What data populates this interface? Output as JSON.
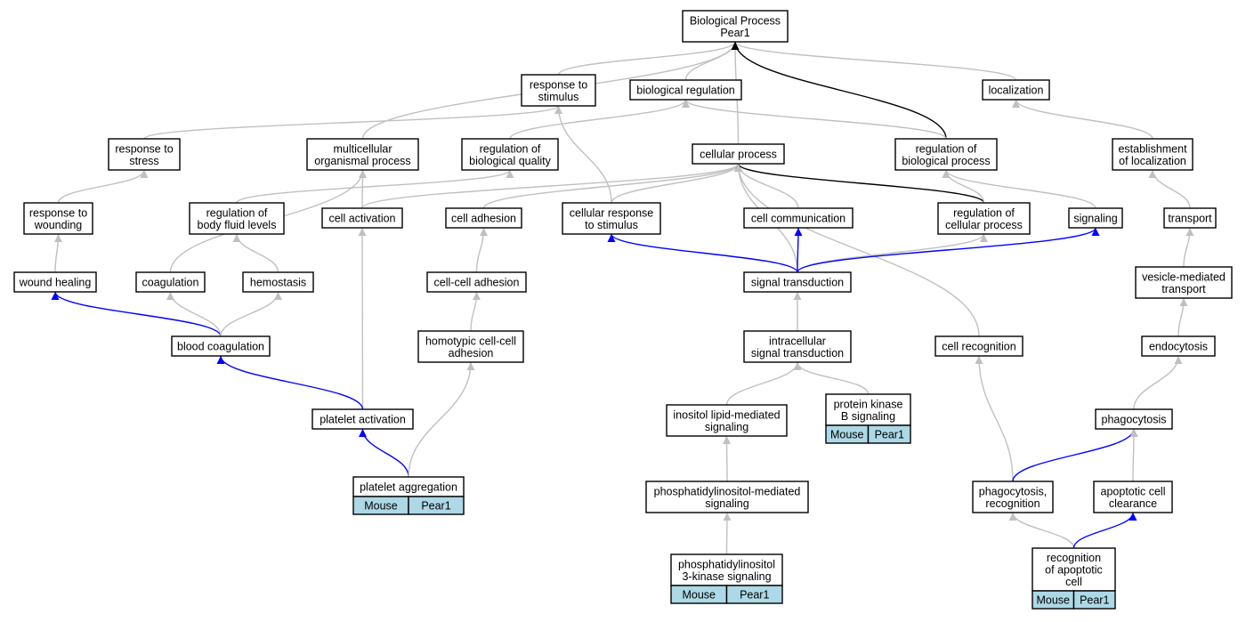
{
  "colors": {
    "edge_default": "#c0c0c0",
    "edge_highlight": "#0000ff",
    "edge_strong": "#000000",
    "annotation_fill": "#add8e6",
    "node_fill": "#ffffff",
    "node_stroke": "#000000"
  },
  "nodes": [
    {
      "id": "bp",
      "lines": [
        "Biological Process",
        "Pear1"
      ]
    },
    {
      "id": "rts",
      "lines": [
        "response to",
        "stimulus"
      ]
    },
    {
      "id": "breg",
      "lines": [
        "biological regulation"
      ]
    },
    {
      "id": "loc",
      "lines": [
        "localization"
      ]
    },
    {
      "id": "rtstress",
      "lines": [
        "response to",
        "stress"
      ]
    },
    {
      "id": "mop",
      "lines": [
        "multicellular",
        "organismal process"
      ]
    },
    {
      "id": "rbq",
      "lines": [
        "regulation of",
        "biological quality"
      ]
    },
    {
      "id": "cp",
      "lines": [
        "cellular process"
      ]
    },
    {
      "id": "rbp",
      "lines": [
        "regulation of",
        "biological process"
      ]
    },
    {
      "id": "eol",
      "lines": [
        "establishment",
        "of localization"
      ]
    },
    {
      "id": "rtw",
      "lines": [
        "response to",
        "wounding"
      ]
    },
    {
      "id": "rbfl",
      "lines": [
        "regulation of",
        "body fluid levels"
      ]
    },
    {
      "id": "ca",
      "lines": [
        "cell activation"
      ]
    },
    {
      "id": "cadh",
      "lines": [
        "cell adhesion"
      ]
    },
    {
      "id": "crs",
      "lines": [
        "cellular response",
        "to stimulus"
      ]
    },
    {
      "id": "cc",
      "lines": [
        "cell communication"
      ]
    },
    {
      "id": "rcp",
      "lines": [
        "regulation of",
        "cellular process"
      ]
    },
    {
      "id": "sig",
      "lines": [
        "signaling"
      ]
    },
    {
      "id": "tr",
      "lines": [
        "transport"
      ]
    },
    {
      "id": "wh",
      "lines": [
        "wound healing"
      ]
    },
    {
      "id": "coag",
      "lines": [
        "coagulation"
      ]
    },
    {
      "id": "hemo",
      "lines": [
        "hemostasis"
      ]
    },
    {
      "id": "cca",
      "lines": [
        "cell-cell adhesion"
      ]
    },
    {
      "id": "st",
      "lines": [
        "signal transduction"
      ]
    },
    {
      "id": "vmt",
      "lines": [
        "vesicle-mediated",
        "transport"
      ]
    },
    {
      "id": "bc",
      "lines": [
        "blood coagulation"
      ]
    },
    {
      "id": "hcca",
      "lines": [
        "homotypic cell-cell",
        "adhesion"
      ]
    },
    {
      "id": "ist",
      "lines": [
        "intracellular",
        "signal transduction"
      ]
    },
    {
      "id": "crec",
      "lines": [
        "cell recognition"
      ]
    },
    {
      "id": "endo",
      "lines": [
        "endocytosis"
      ]
    },
    {
      "id": "pa",
      "lines": [
        "platelet activation"
      ]
    },
    {
      "id": "pkb",
      "lines": [
        "protein kinase",
        "B signaling"
      ],
      "annotation": [
        "Mouse",
        "Pear1"
      ]
    },
    {
      "id": "ilms",
      "lines": [
        "inositol lipid-mediated",
        "signaling"
      ]
    },
    {
      "id": "phago",
      "lines": [
        "phagocytosis"
      ]
    },
    {
      "id": "pagg",
      "lines": [
        "platelet aggregation"
      ],
      "annotation": [
        "Mouse",
        "Pear1"
      ]
    },
    {
      "id": "pims",
      "lines": [
        "phosphatidylinositol-mediated",
        "signaling"
      ]
    },
    {
      "id": "precog",
      "lines": [
        "phagocytosis,",
        "recognition"
      ]
    },
    {
      "id": "acc",
      "lines": [
        "apoptotic cell",
        "clearance"
      ]
    },
    {
      "id": "pi3k",
      "lines": [
        "phosphatidylinositol",
        "3-kinase signaling"
      ],
      "annotation": [
        "Mouse",
        "Pear1"
      ]
    },
    {
      "id": "roac",
      "lines": [
        "recognition",
        "of apoptotic",
        "cell"
      ],
      "annotation": [
        "Mouse",
        "Pear1"
      ]
    }
  ],
  "edges": [
    {
      "from": "rts",
      "to": "bp",
      "kind": "default"
    },
    {
      "from": "breg",
      "to": "bp",
      "kind": "default"
    },
    {
      "from": "loc",
      "to": "bp",
      "kind": "default"
    },
    {
      "from": "mop",
      "to": "bp",
      "kind": "default"
    },
    {
      "from": "cp",
      "to": "bp",
      "kind": "default"
    },
    {
      "from": "rbp",
      "to": "bp",
      "kind": "strong"
    },
    {
      "from": "rtstress",
      "to": "rts",
      "kind": "default"
    },
    {
      "from": "crs",
      "to": "rts",
      "kind": "default"
    },
    {
      "from": "rbq",
      "to": "breg",
      "kind": "default"
    },
    {
      "from": "rbp",
      "to": "breg",
      "kind": "default"
    },
    {
      "from": "eol",
      "to": "loc",
      "kind": "default"
    },
    {
      "from": "rtw",
      "to": "rtstress",
      "kind": "default"
    },
    {
      "from": "coag",
      "to": "mop",
      "kind": "default"
    },
    {
      "from": "ca",
      "to": "mop",
      "kind": "default"
    },
    {
      "from": "rbfl",
      "to": "rbq",
      "kind": "default"
    },
    {
      "from": "ca",
      "to": "cp",
      "kind": "default"
    },
    {
      "from": "cadh",
      "to": "cp",
      "kind": "default"
    },
    {
      "from": "crs",
      "to": "cp",
      "kind": "default"
    },
    {
      "from": "cc",
      "to": "cp",
      "kind": "default"
    },
    {
      "from": "st",
      "to": "cp",
      "kind": "default"
    },
    {
      "from": "rcp",
      "to": "cp",
      "kind": "strong"
    },
    {
      "from": "crec",
      "to": "cp",
      "kind": "default"
    },
    {
      "from": "rcp",
      "to": "rbp",
      "kind": "default"
    },
    {
      "from": "sig",
      "to": "rbp",
      "kind": "default"
    },
    {
      "from": "tr",
      "to": "eol",
      "kind": "default"
    },
    {
      "from": "wh",
      "to": "rtw",
      "kind": "default"
    },
    {
      "from": "pa",
      "to": "ca",
      "kind": "default"
    },
    {
      "from": "cca",
      "to": "cadh",
      "kind": "default"
    },
    {
      "from": "st",
      "to": "crs",
      "kind": "highlight"
    },
    {
      "from": "st",
      "to": "cc",
      "kind": "highlight"
    },
    {
      "from": "st",
      "to": "rcp",
      "kind": "default"
    },
    {
      "from": "st",
      "to": "sig",
      "kind": "highlight"
    },
    {
      "from": "vmt",
      "to": "tr",
      "kind": "default"
    },
    {
      "from": "bc",
      "to": "wh",
      "kind": "highlight"
    },
    {
      "from": "bc",
      "to": "coag",
      "kind": "default"
    },
    {
      "from": "bc",
      "to": "hemo",
      "kind": "default"
    },
    {
      "from": "hemo",
      "to": "rbfl",
      "kind": "default"
    },
    {
      "from": "hcca",
      "to": "cca",
      "kind": "default"
    },
    {
      "from": "ist",
      "to": "st",
      "kind": "default"
    },
    {
      "from": "endo",
      "to": "vmt",
      "kind": "default"
    },
    {
      "from": "pa",
      "to": "bc",
      "kind": "highlight"
    },
    {
      "from": "ilms",
      "to": "ist",
      "kind": "default"
    },
    {
      "from": "pkb",
      "to": "ist",
      "kind": "default"
    },
    {
      "from": "phago",
      "to": "endo",
      "kind": "default"
    },
    {
      "from": "pagg",
      "to": "pa",
      "kind": "highlight"
    },
    {
      "from": "pagg",
      "to": "hcca",
      "kind": "default"
    },
    {
      "from": "pims",
      "to": "ilms",
      "kind": "default"
    },
    {
      "from": "precog",
      "to": "crec",
      "kind": "default"
    },
    {
      "from": "precog",
      "to": "phago",
      "kind": "highlight"
    },
    {
      "from": "acc",
      "to": "phago",
      "kind": "default"
    },
    {
      "from": "pi3k",
      "to": "pims",
      "kind": "default"
    },
    {
      "from": "roac",
      "to": "precog",
      "kind": "default"
    },
    {
      "from": "roac",
      "to": "acc",
      "kind": "highlight"
    }
  ]
}
